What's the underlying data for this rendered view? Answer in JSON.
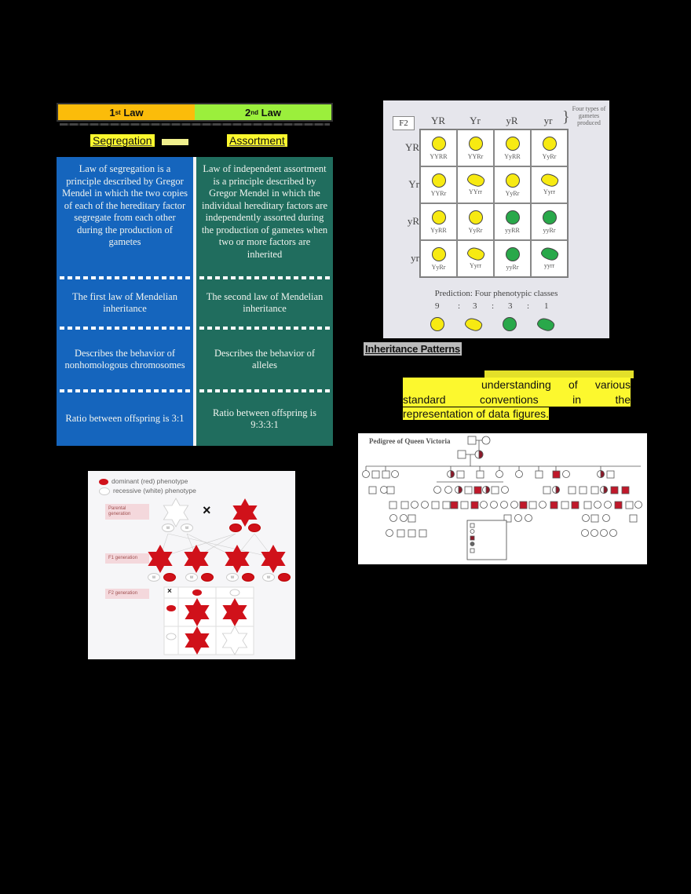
{
  "laws_table": {
    "headers": [
      {
        "label": "1",
        "sup": "st",
        "suffix": " Law",
        "color": "#fbbc0a"
      },
      {
        "label": "2",
        "sup": "nd",
        "suffix": " Law",
        "color": "#9bef3c"
      }
    ],
    "subtitles": [
      "Segregation",
      "Assortment"
    ],
    "rows": [
      [
        "Law of segregation is a principle described by Gregor Mendel in which the two copies of each of the hereditary factor segregate from each other during the production of gametes",
        "Law of independent assortment is a principle described by Gregor Mendel in which the individual hereditary factors are independently assorted during the production of gametes when two or more factors are inherited"
      ],
      [
        "The first law of Mendelian inheritance",
        "The second law of Mendelian inheritance"
      ],
      [
        "Describes the behavior of nonhomologous chromosomes",
        "Describes the behavior of alleles"
      ],
      [
        "Ratio between offspring is 3:1",
        "Ratio between offspring is 9:3:3:1"
      ]
    ],
    "colors": {
      "left": "#1565bd",
      "right": "#206d5e"
    }
  },
  "punnett": {
    "label": "F2",
    "gametes": [
      "YR",
      "Yr",
      "yR",
      "yr"
    ],
    "note": "Four types of gametes produced",
    "cells": [
      [
        {
          "g": "YYRR",
          "c": "yellow",
          "s": "round"
        },
        {
          "g": "YYRr",
          "c": "yellow",
          "s": "round"
        },
        {
          "g": "YyRR",
          "c": "yellow",
          "s": "round"
        },
        {
          "g": "YyRr",
          "c": "yellow",
          "s": "round"
        }
      ],
      [
        {
          "g": "YYRr",
          "c": "yellow",
          "s": "round"
        },
        {
          "g": "YYrr",
          "c": "yellow",
          "s": "wrinkled"
        },
        {
          "g": "YyRr",
          "c": "yellow",
          "s": "round"
        },
        {
          "g": "Yyrr",
          "c": "yellow",
          "s": "wrinkled"
        }
      ],
      [
        {
          "g": "YyRR",
          "c": "yellow",
          "s": "round"
        },
        {
          "g": "YyRr",
          "c": "yellow",
          "s": "round"
        },
        {
          "g": "yyRR",
          "c": "green",
          "s": "round"
        },
        {
          "g": "yyRr",
          "c": "green",
          "s": "round"
        }
      ],
      [
        {
          "g": "YyRr",
          "c": "yellow",
          "s": "round"
        },
        {
          "g": "Yyrr",
          "c": "yellow",
          "s": "wrinkled"
        },
        {
          "g": "yyRr",
          "c": "green",
          "s": "round"
        },
        {
          "g": "yyrr",
          "c": "green",
          "s": "wrinkled"
        }
      ]
    ],
    "prediction": "Prediction: Four phenotypic classes",
    "ratio": [
      "9",
      ":",
      "3",
      ":",
      "3",
      ":",
      "1"
    ],
    "classes": [
      {
        "c": "yellow",
        "s": "round"
      },
      {
        "c": "yellow",
        "s": "wrinkled"
      },
      {
        "c": "green",
        "s": "round"
      },
      {
        "c": "green",
        "s": "wrinkled"
      }
    ]
  },
  "inheritance": {
    "title": "Inheritance Patterns",
    "line1": "understanding of various",
    "line2": "standard conventions in the",
    "line3": "representation of data figures."
  },
  "pedigree": {
    "title": "Pedigree of Queen Victoria"
  },
  "flower_cross": {
    "legend": [
      {
        "label": "dominant (red) phenotype",
        "color": "#d0111a"
      },
      {
        "label": "recessive (white) phenotype",
        "color": "#ffffff",
        "symbol": "w"
      }
    ],
    "generations": [
      "Parental generation",
      "F1 generation",
      "F2 generation"
    ],
    "cross_symbol": "×",
    "allele_w": "w"
  }
}
